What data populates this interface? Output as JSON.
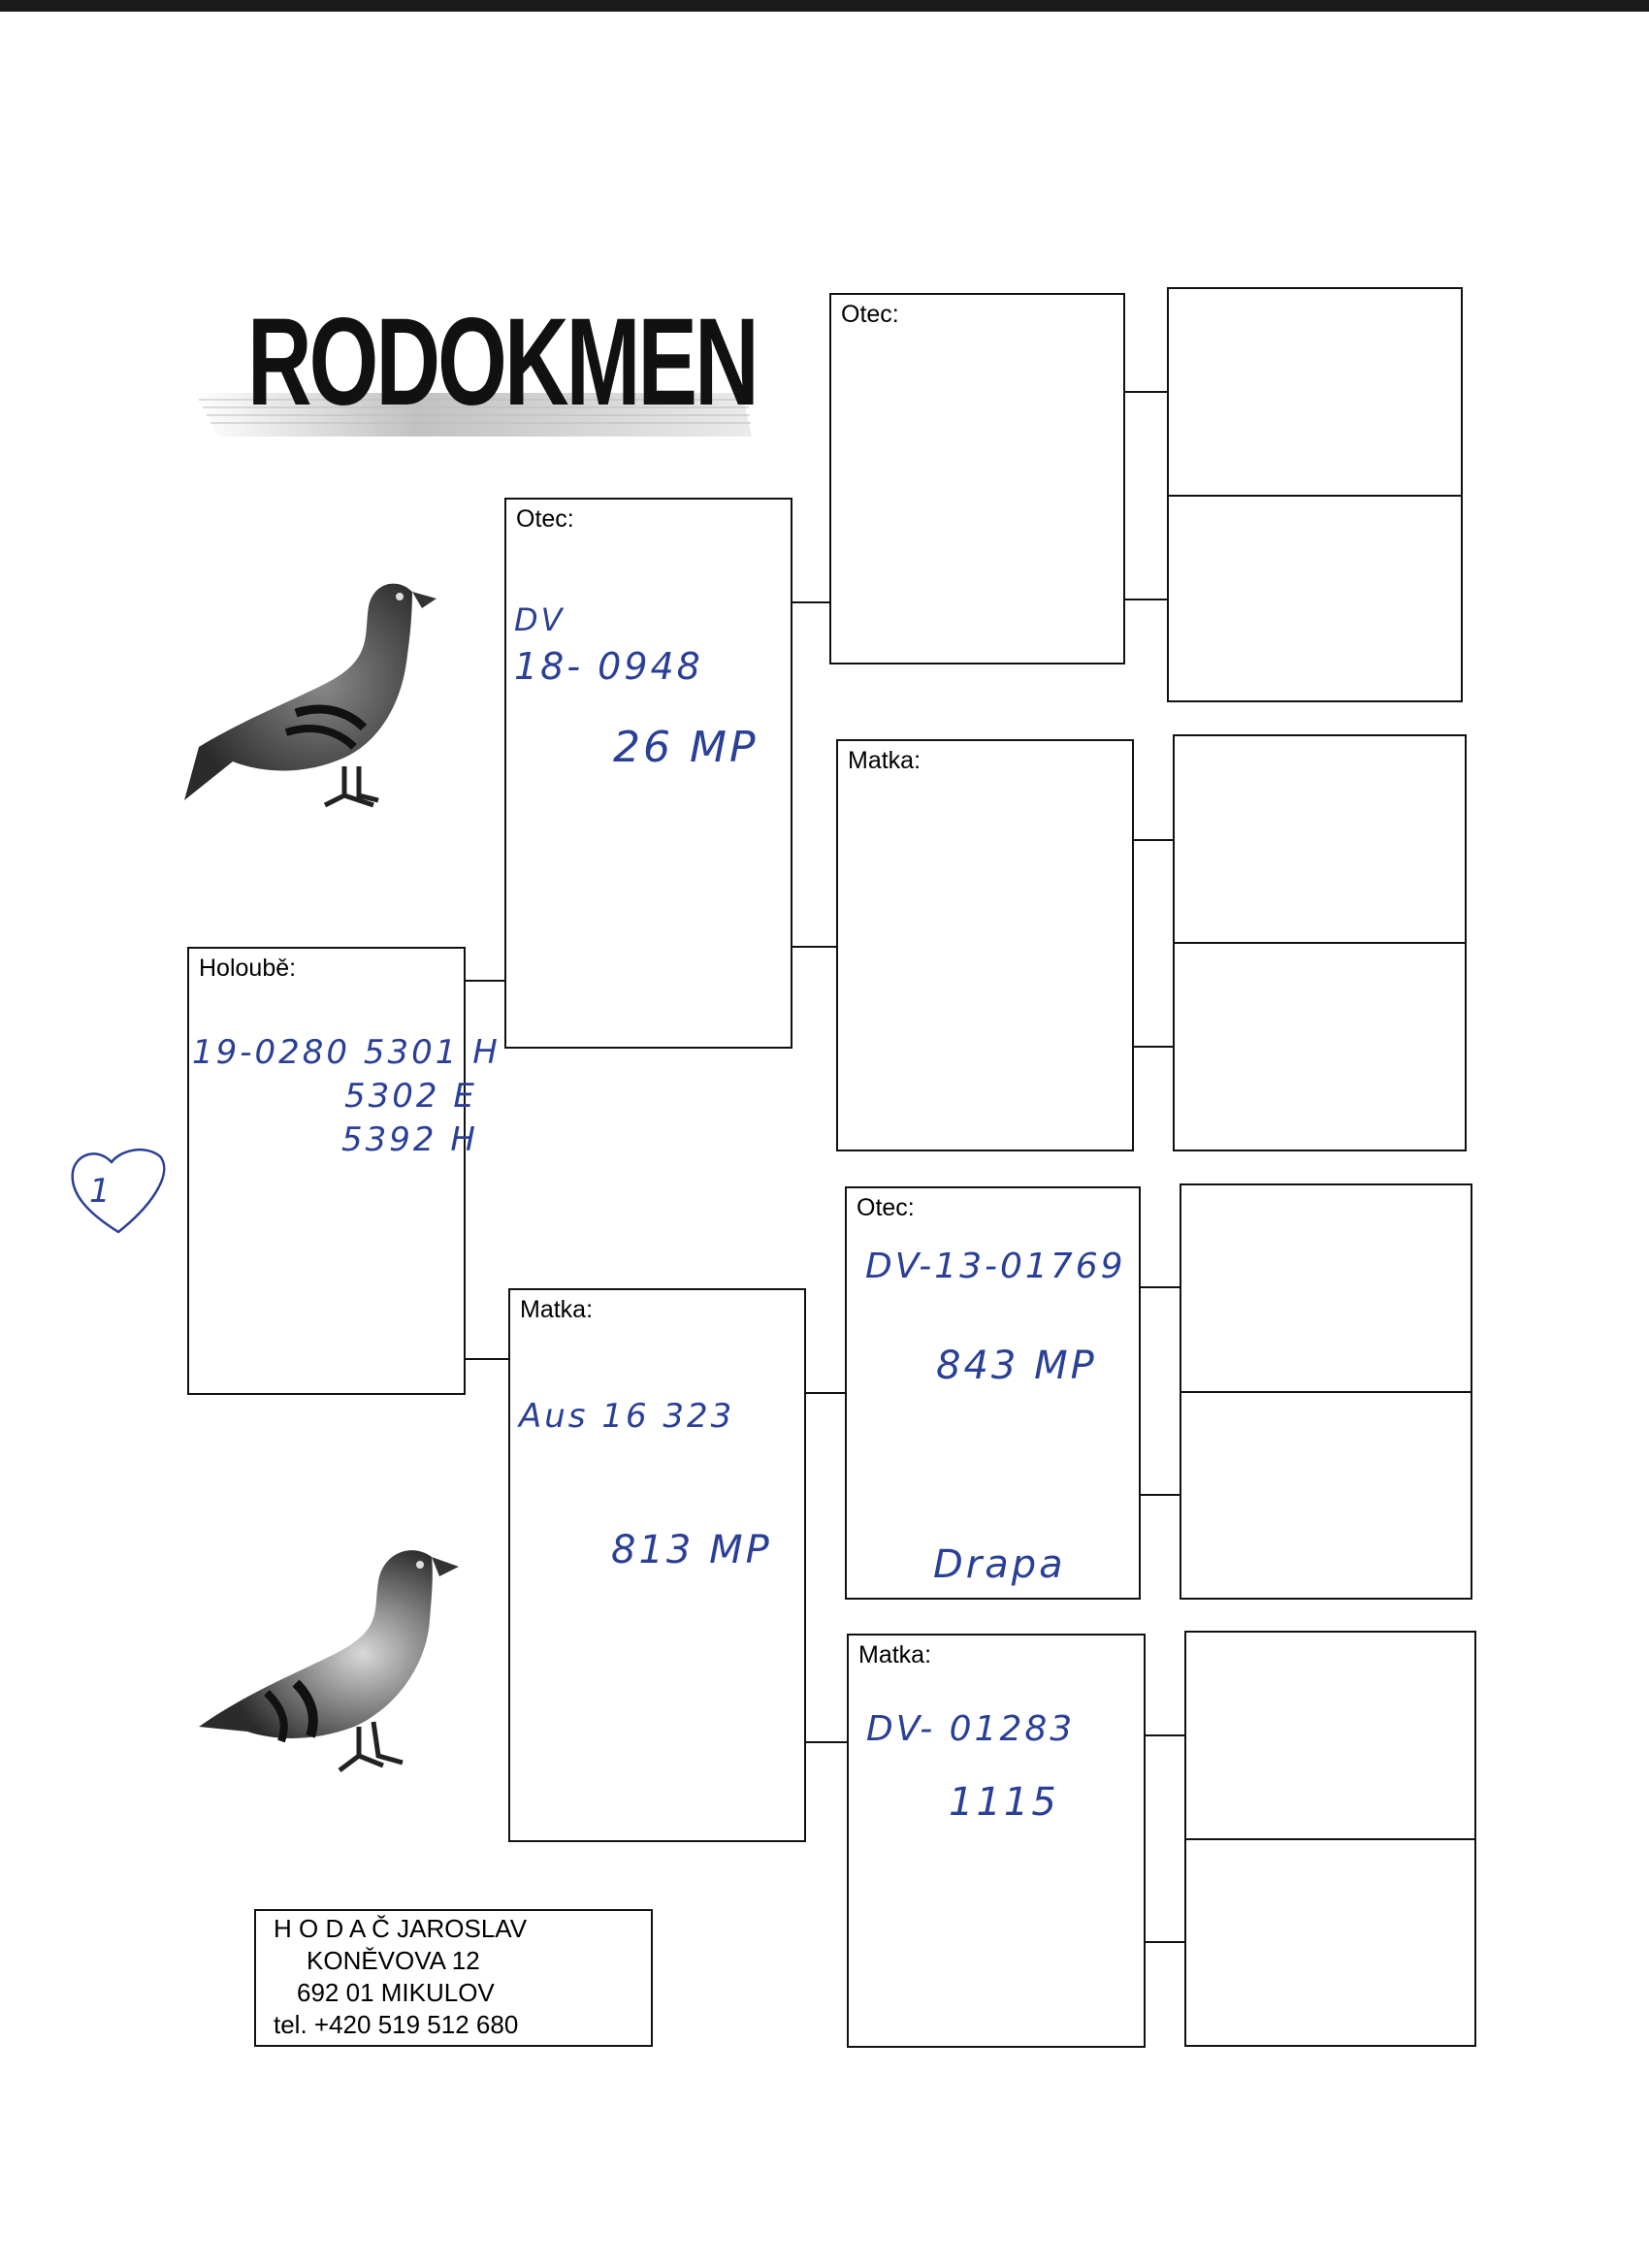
{
  "title": "RODOKMEN",
  "subject": {
    "label": "Holoubě:",
    "lines": [
      "19-0280 5301 H",
      "5302 E",
      "5392 H"
    ],
    "margin_mark": "1"
  },
  "parents": {
    "father": {
      "label": "Otec:",
      "lines": [
        "DV",
        "18- 0948",
        "26 MP"
      ]
    },
    "mother": {
      "label": "Matka:",
      "lines": [
        "Aus 16 323",
        "813 MP"
      ]
    }
  },
  "grandparents": {
    "ff": {
      "label": "Otec:",
      "lines": []
    },
    "fm": {
      "label": "Matka:",
      "lines": []
    },
    "mf": {
      "label": "Otec:",
      "lines": [
        "DV-13-01769",
        "843 MP",
        "Drapa"
      ]
    },
    "mm": {
      "label": "Matka:",
      "lines": [
        "DV- 01283",
        "1115"
      ]
    }
  },
  "owner": {
    "name": "H O D A Č  JAROSLAV",
    "street": "KONĚVOVA  12",
    "city": "692 01  MIKULOV",
    "phone": "tel. +420 519 512 680"
  },
  "icons": {
    "pigeon_top": "pigeon-icon",
    "pigeon_bottom": "pigeon-icon",
    "heart": "heart-icon"
  },
  "colors": {
    "ink": "#2a3f96",
    "border": "#111111"
  }
}
